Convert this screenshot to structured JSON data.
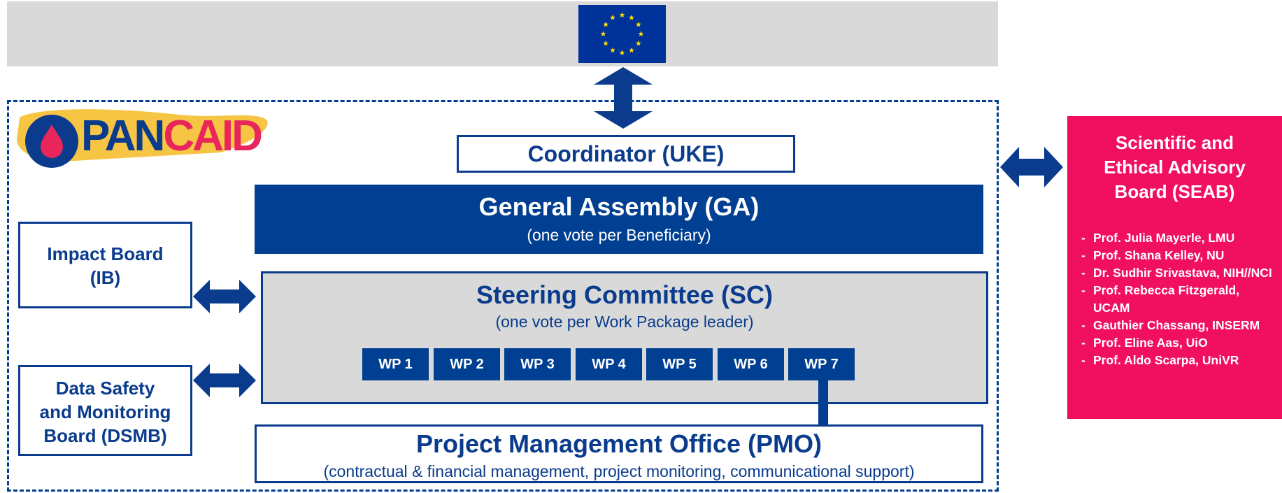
{
  "colors": {
    "navy": "#003f91",
    "border": "#0a3b8c",
    "grey": "#d9d9d9",
    "seab": "#f0105f",
    "eu_star": "#ffdd00"
  },
  "logo": {
    "icon": "droplet-icon",
    "text_part1": "PAN",
    "text_part2": "CAID"
  },
  "flag": {
    "icon": "eu-flag-icon"
  },
  "coordinator": {
    "label": "Coordinator (UKE)"
  },
  "general_assembly": {
    "title": "General Assembly (GA)",
    "subtitle": "(one vote per Beneficiary)"
  },
  "steering_committee": {
    "title": "Steering Committee (SC)",
    "subtitle": "(one vote per Work Package leader)",
    "work_packages": [
      "WP 1",
      "WP 2",
      "WP 3",
      "WP 4",
      "WP 5",
      "WP 6",
      "WP 7"
    ]
  },
  "pmo": {
    "title": "Project Management Office (PMO)",
    "subtitle": "(contractual & financial management, project monitoring, communicational support)"
  },
  "impact_board": {
    "line1": "Impact Board",
    "line2": "(IB)"
  },
  "dsmb": {
    "line1": "Data Safety",
    "line2": "and Monitoring",
    "line3": "Board (DSMB)"
  },
  "seab": {
    "title_line1": "Scientific and",
    "title_line2": "Ethical Advisory",
    "title_line3": "Board (SEAB)",
    "members": [
      "Prof. Julia Mayerle, LMU",
      "Prof. Shana Kelley, NU",
      "Dr. Sudhir Srivastava, NIH//NCI",
      "Prof. Rebecca Fitzgerald, UCAM",
      "Gauthier Chassang, INSERM",
      "Prof. Eline Aas, UiO",
      "Prof. Aldo Scarpa, UniVR"
    ]
  }
}
